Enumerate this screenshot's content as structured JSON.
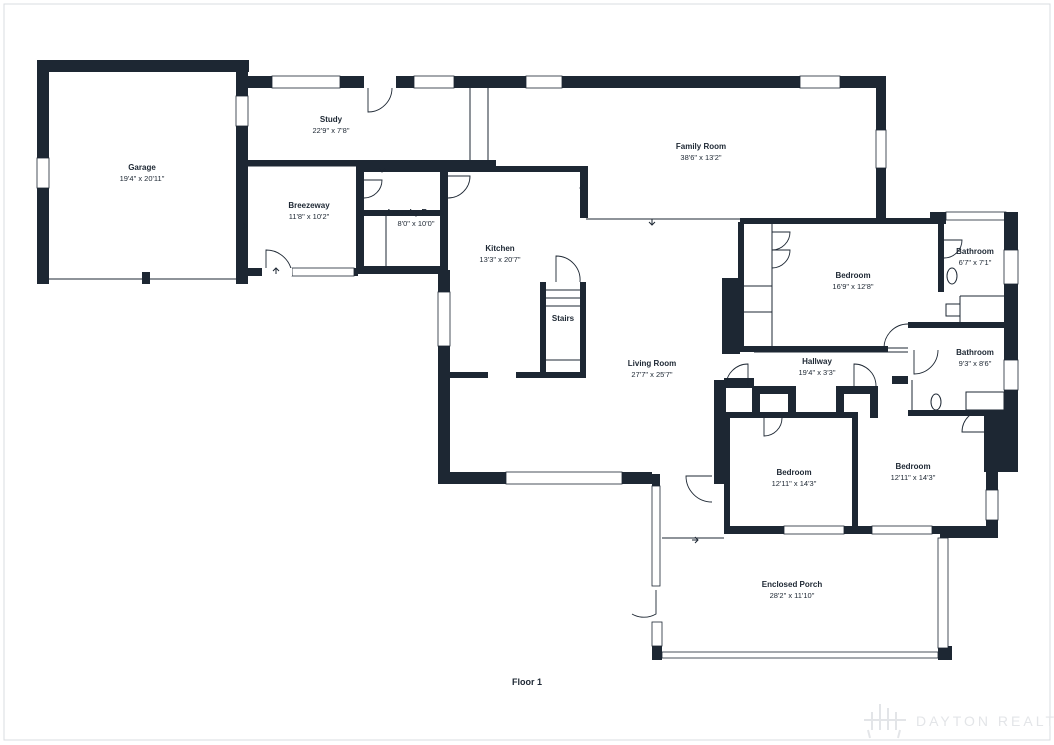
{
  "rooms": {
    "garage": {
      "name": "Garage",
      "dims": "19'4\" x 20'11\""
    },
    "study": {
      "name": "Study",
      "dims": "22'9\" x 7'8\""
    },
    "family_room": {
      "name": "Family Room",
      "dims": "38'6\" x 13'2\""
    },
    "breezeway": {
      "name": "Breezeway",
      "dims": "11'8\" x 10'2\""
    },
    "laundry_room": {
      "name": "Laundry Room",
      "dims": "8'0\" x 10'0\""
    },
    "kitchen": {
      "name": "Kitchen",
      "dims": "13'3\" x 20'7\""
    },
    "stairs": {
      "name": "Stairs"
    },
    "living_room": {
      "name": "Living Room",
      "dims": "27'7\" x 25'7\""
    },
    "bedroom_master": {
      "name": "Bedroom",
      "dims": "16'9\" x 12'8\""
    },
    "bathroom_1": {
      "name": "Bathroom",
      "dims": "6'7\" x 7'1\""
    },
    "bathroom_2": {
      "name": "Bathroom",
      "dims": "9'3\" x 8'6\""
    },
    "hallway": {
      "name": "Hallway",
      "dims": "19'4\" x 3'3\""
    },
    "bedroom_2": {
      "name": "Bedroom",
      "dims": "12'11\" x 14'3\""
    },
    "bedroom_3": {
      "name": "Bedroom",
      "dims": "12'11\" x 14'3\""
    },
    "enclosed_porch": {
      "name": "Enclosed Porch",
      "dims": "28'2\" x 11'10\""
    }
  },
  "floor_label": "Floor 1",
  "watermark": {
    "text": "DAYTON REALTORS",
    "icon": "chair-logo-icon"
  },
  "colors": {
    "wall": "#1d2733",
    "background": "#ffffff",
    "watermark": "#e3e5e8"
  }
}
